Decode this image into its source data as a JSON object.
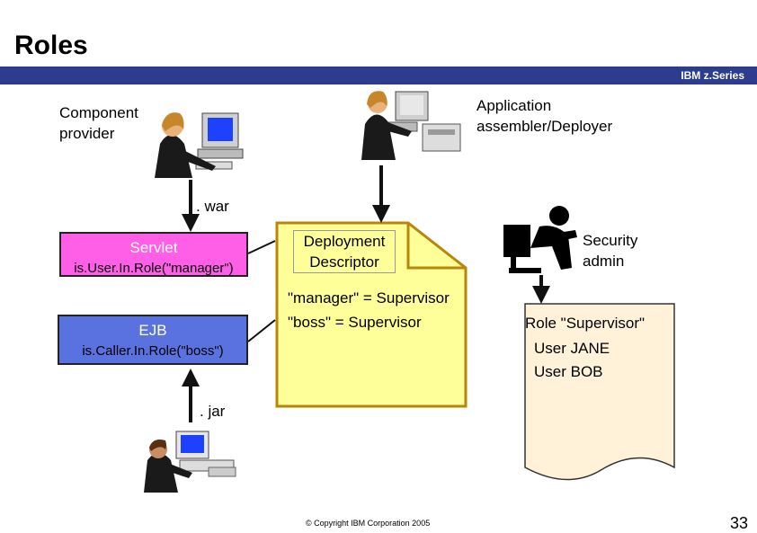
{
  "header": {
    "title": "Roles",
    "brand": "IBM z.Series"
  },
  "actors": {
    "component_provider": "Component provider",
    "assembler": "Application assembler/Deployer",
    "security_admin": "Security admin"
  },
  "labels": {
    "war": ". war",
    "jar": ". jar"
  },
  "servlet": {
    "title": "Servlet",
    "call": "is.User.In.Role(\"manager\")"
  },
  "ejb": {
    "title": "EJB",
    "call": "is.Caller.In.Role(\"boss\")"
  },
  "descriptor": {
    "title": "Deployment Descriptor",
    "lines": [
      "\"manager\" = Supervisor",
      "\"boss\" = Supervisor"
    ]
  },
  "role_doc": {
    "lines": [
      "Role \"Supervisor\"",
      "User JANE",
      "User BOB"
    ]
  },
  "footer": {
    "copyright": "© Copyright IBM Corporation 2005",
    "page": "33"
  },
  "colors": {
    "band": "#2b3d8c",
    "servlet": "#ff5ee6",
    "ejb": "#5a72e0",
    "descriptor": "#ffff99",
    "descriptor_border": "#b8860b",
    "role_doc": "#fff2d9"
  }
}
